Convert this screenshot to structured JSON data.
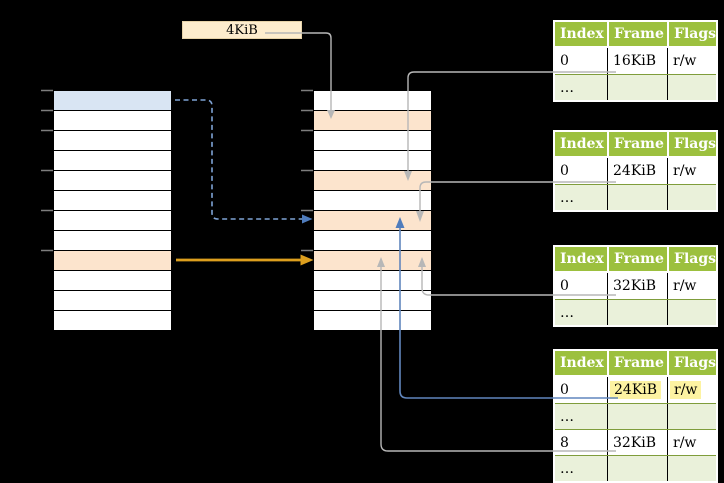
{
  "page_size_label": {
    "text": "4KiB"
  },
  "page_tables": {
    "headers": [
      "Index",
      "Frame",
      "Flags"
    ],
    "tables": [
      {
        "name": "page-table-1",
        "rows": [
          {
            "index": "0",
            "frame": "16KiB",
            "flags": "r/w"
          },
          {
            "index": "…",
            "frame": "",
            "flags": ""
          }
        ]
      },
      {
        "name": "page-table-2",
        "rows": [
          {
            "index": "0",
            "frame": "24KiB",
            "flags": "r/w"
          },
          {
            "index": "…",
            "frame": "",
            "flags": ""
          }
        ]
      },
      {
        "name": "page-table-3",
        "rows": [
          {
            "index": "0",
            "frame": "32KiB",
            "flags": "r/w"
          },
          {
            "index": "…",
            "frame": "",
            "flags": ""
          }
        ]
      },
      {
        "name": "page-table-4",
        "rows": [
          {
            "index": "0",
            "frame": "24KiB",
            "flags": "r/w",
            "highlighted": true
          },
          {
            "index": "…",
            "frame": "",
            "flags": ""
          },
          {
            "index": "8",
            "frame": "32KiB",
            "flags": "r/w"
          },
          {
            "index": "…",
            "frame": "",
            "flags": ""
          }
        ]
      }
    ]
  },
  "virtual_memory_column": {
    "rows": 12,
    "blue_row_index": 0,
    "orange_row_index": 8
  },
  "physical_memory_column": {
    "rows": 12,
    "orange_row_indices": [
      1,
      4,
      6,
      8
    ]
  },
  "arrows": [
    {
      "from": "page-size-label",
      "to": "physical-frame-4KiB",
      "style": "gray"
    },
    {
      "from": "page-table-1-row-0",
      "to": "physical-frame-16KiB",
      "style": "gray"
    },
    {
      "from": "page-table-2-row-0",
      "to": "physical-frame-24KiB",
      "style": "gray"
    },
    {
      "from": "page-table-3-row-0",
      "to": "physical-frame-32KiB",
      "style": "gray"
    },
    {
      "from": "page-table-4-row-0",
      "to": "physical-frame-24KiB",
      "style": "blue-solid"
    },
    {
      "from": "page-table-4-row-2",
      "to": "physical-frame-32KiB",
      "style": "gray"
    },
    {
      "from": "virtual-memory-row-0",
      "to": "physical-frame-24KiB",
      "style": "blue-dashed"
    },
    {
      "from": "virtual-memory-row-8",
      "to": "physical-frame-32KiB",
      "style": "orange"
    }
  ],
  "colors": {
    "background": "#000000",
    "table_header_green": "#9cc03e",
    "table_row_light_green": "#eaf1da",
    "table_border_olive": "#7f9d3b",
    "highlight_yellow": "#fdf3a2",
    "memory_page_orange": "#fce4cd",
    "memory_page_blue": "#d9e5f3",
    "size_label_fill": "#fdeccd",
    "size_label_border": "#e6d2a8",
    "arrow_gray": "#b7b7b7",
    "arrow_blue": "#6186bd",
    "arrow_blue_head": "#4f7cbc",
    "arrow_blue_dashed": "#7ea2d4",
    "arrow_orange": "#dd9f1e",
    "tick_gray": "#7d7d7d"
  }
}
